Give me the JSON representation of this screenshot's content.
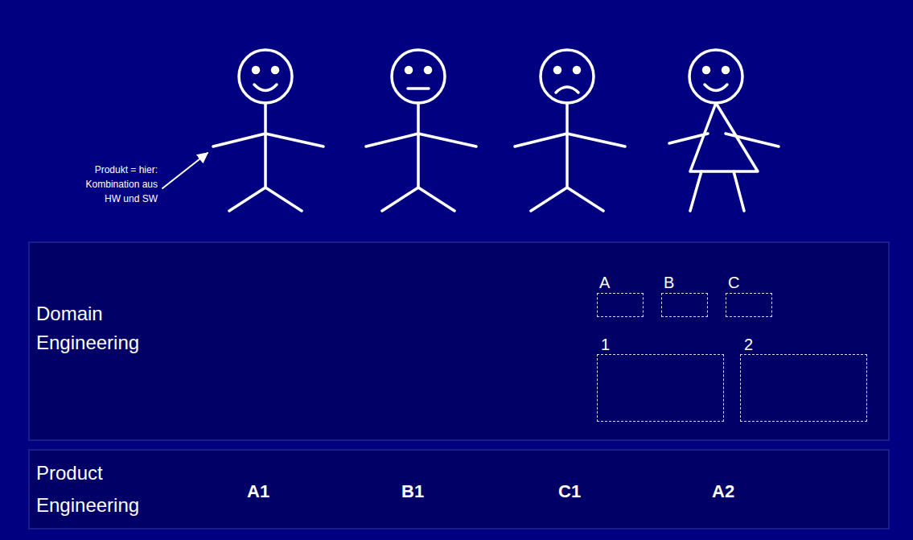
{
  "diagram": {
    "nodes": [
      {
        "text": [
          "Domain Engineering"
        ]
      },
      {
        "text": [
          "A"
        ],
        "in": 0
      },
      {
        "text": [
          "B"
        ],
        "in": 0
      },
      {
        "text": [
          "C"
        ],
        "in": 0
      },
      {
        "text": [
          "1"
        ],
        "in": 0
      },
      {
        "text": [
          "2"
        ],
        "in": 0
      },
      {
        "text": [
          "Product Engineering",
          "A1",
          "B1",
          "C1",
          "A2"
        ]
      }
    ],
    "labels": [
      "Produkt = hier: Kombination aus HW und SW"
    ]
  }
}
